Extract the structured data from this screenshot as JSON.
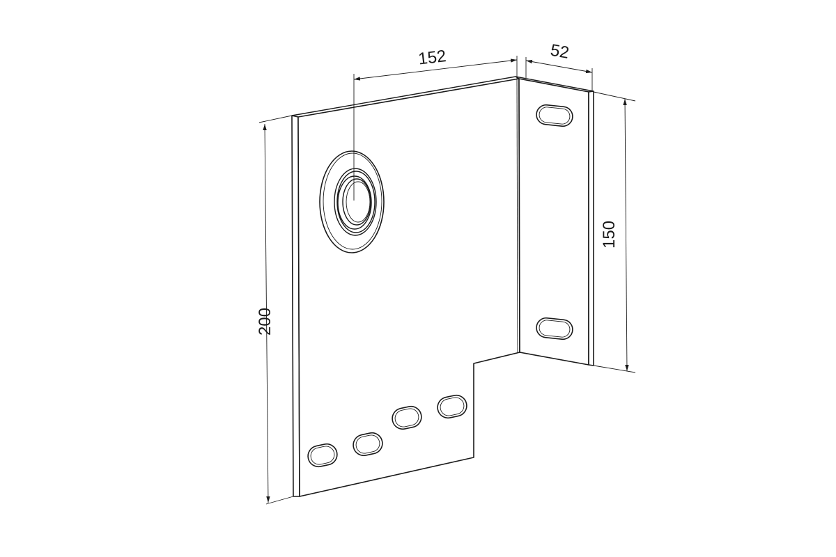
{
  "dimensions": {
    "top_width": "152",
    "flange_depth": "52",
    "flange_height": "150",
    "total_height": "200"
  }
}
